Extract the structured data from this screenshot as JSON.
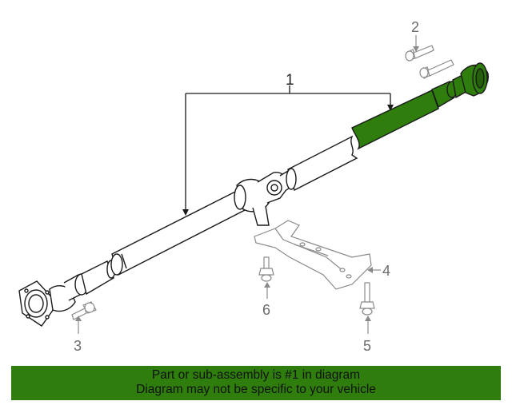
{
  "diagram": {
    "callouts": {
      "c1": "1",
      "c2": "2",
      "c3": "3",
      "c4": "4",
      "c5": "5",
      "c6": "6"
    },
    "highlight_color": "#2e7d0d",
    "line_color": "#1a1a1a",
    "faint_color": "#9a9a9a"
  },
  "banner": {
    "line1": "Part or sub-assembly is #1 in diagram",
    "line2": "Diagram may not be specific to your vehicle",
    "background": "#2e7d0d"
  }
}
